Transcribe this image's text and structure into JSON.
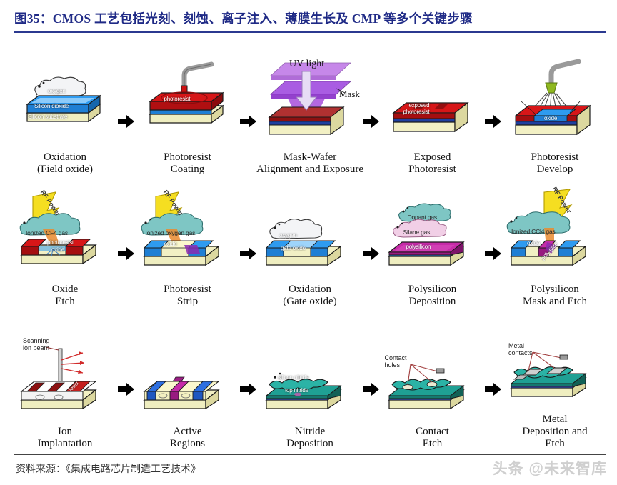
{
  "header": {
    "title": "图35：CMOS 工艺包括光刻、刻蚀、离子注入、薄膜生长及 CMP 等多个关键步骤",
    "rule_color": "#2b3990"
  },
  "footer": {
    "source": "资料来源：《集成电路芯片制造工艺技术》",
    "watermark": "头条 @未来智库"
  },
  "diagram": {
    "arrow_glyph": "➤",
    "rows": [
      {
        "row_index": 1,
        "steps": [
          {
            "id": "oxidation-field-oxide",
            "caption_line1": "Oxidation",
            "caption_line2": "(Field oxide)",
            "labels": [
              "oxygen",
              "Silicon dioxide",
              "Silicon substrate"
            ]
          },
          {
            "id": "photoresist-coating",
            "caption_line1": "Photoresist",
            "caption_line2": "Coating",
            "labels": [
              "photoresist"
            ]
          },
          {
            "id": "mask-wafer-alignment-exposure",
            "caption_line1": "Mask-Wafer",
            "caption_line2": "Alignment and Exposure",
            "labels": [
              "UV light",
              "Mask"
            ]
          },
          {
            "id": "exposed-photoresist",
            "caption_line1": "Exposed",
            "caption_line2": "Photoresist",
            "labels": [
              "exposed",
              "photoresist"
            ]
          },
          {
            "id": "photoresist-develop",
            "caption_line1": "Photoresist",
            "caption_line2": "Develop",
            "labels": [
              "oxide"
            ]
          }
        ]
      },
      {
        "row_index": 2,
        "steps": [
          {
            "id": "oxide-etch",
            "caption_line1": "Oxide",
            "caption_line2": "Etch",
            "labels": [
              "RF Power",
              "Ionized CF4 gas",
              "photoresist",
              "oxide"
            ]
          },
          {
            "id": "photoresist-strip",
            "caption_line1": "Photoresist",
            "caption_line2": "Strip",
            "labels": [
              "RF Power",
              "Ionized oxygen gas",
              "oxide"
            ]
          },
          {
            "id": "oxidation-gate-oxide",
            "caption_line1": "Oxidation",
            "caption_line2": "(Gate oxide)",
            "labels": [
              "oxygen",
              "gate oxide"
            ]
          },
          {
            "id": "polysilicon-deposition",
            "caption_line1": "Polysilicon",
            "caption_line2": "Deposition",
            "labels": [
              "Dopant gas",
              "Silane gas",
              "polysilicon"
            ]
          },
          {
            "id": "polysilicon-mask-and-etch",
            "caption_line1": "Polysilicon",
            "caption_line2": "Mask and Etch",
            "labels": [
              "RF Power",
              "Ionized CCl4 gas",
              "oxide",
              "poly gate"
            ]
          }
        ]
      },
      {
        "row_index": 3,
        "steps": [
          {
            "id": "ion-implantation",
            "caption_line1": "Ion",
            "caption_line2": "Implantation",
            "labels": [
              "Scanning",
              "ion beam",
              "resist"
            ]
          },
          {
            "id": "active-regions",
            "caption_line1": "Active",
            "caption_line2": "Regions",
            "labels": []
          },
          {
            "id": "nitride-deposition",
            "caption_line1": "Nitride",
            "caption_line2": "Deposition",
            "labels": [
              "silicon nitride",
              "top nitride"
            ]
          },
          {
            "id": "contact-etch",
            "caption_line1": "Contact",
            "caption_line2": "Etch",
            "labels": [
              "Contact",
              "holes"
            ]
          },
          {
            "id": "metal-deposition-and-etch",
            "caption_line1": "Metal",
            "caption_line2": "Deposition and",
            "caption_line3": "Etch",
            "labels": [
              "Metal",
              "contacts"
            ]
          }
        ]
      }
    ]
  },
  "colors": {
    "title_blue": "#1f2a86",
    "silicon_substrate": "#f2f0c4",
    "silicon_dioxide": "#1f87e0",
    "photoresist_red": "#cf1112",
    "uv_purple": "#b763e0",
    "mask_purple": "#8d1fd0",
    "gas_cloud": "#7ec6c4",
    "rf_bolt": "#f5de21",
    "polysilicon": "#b8219c",
    "nitride_teal": "#1fa094",
    "metal_gray": "#8a8a8a"
  }
}
